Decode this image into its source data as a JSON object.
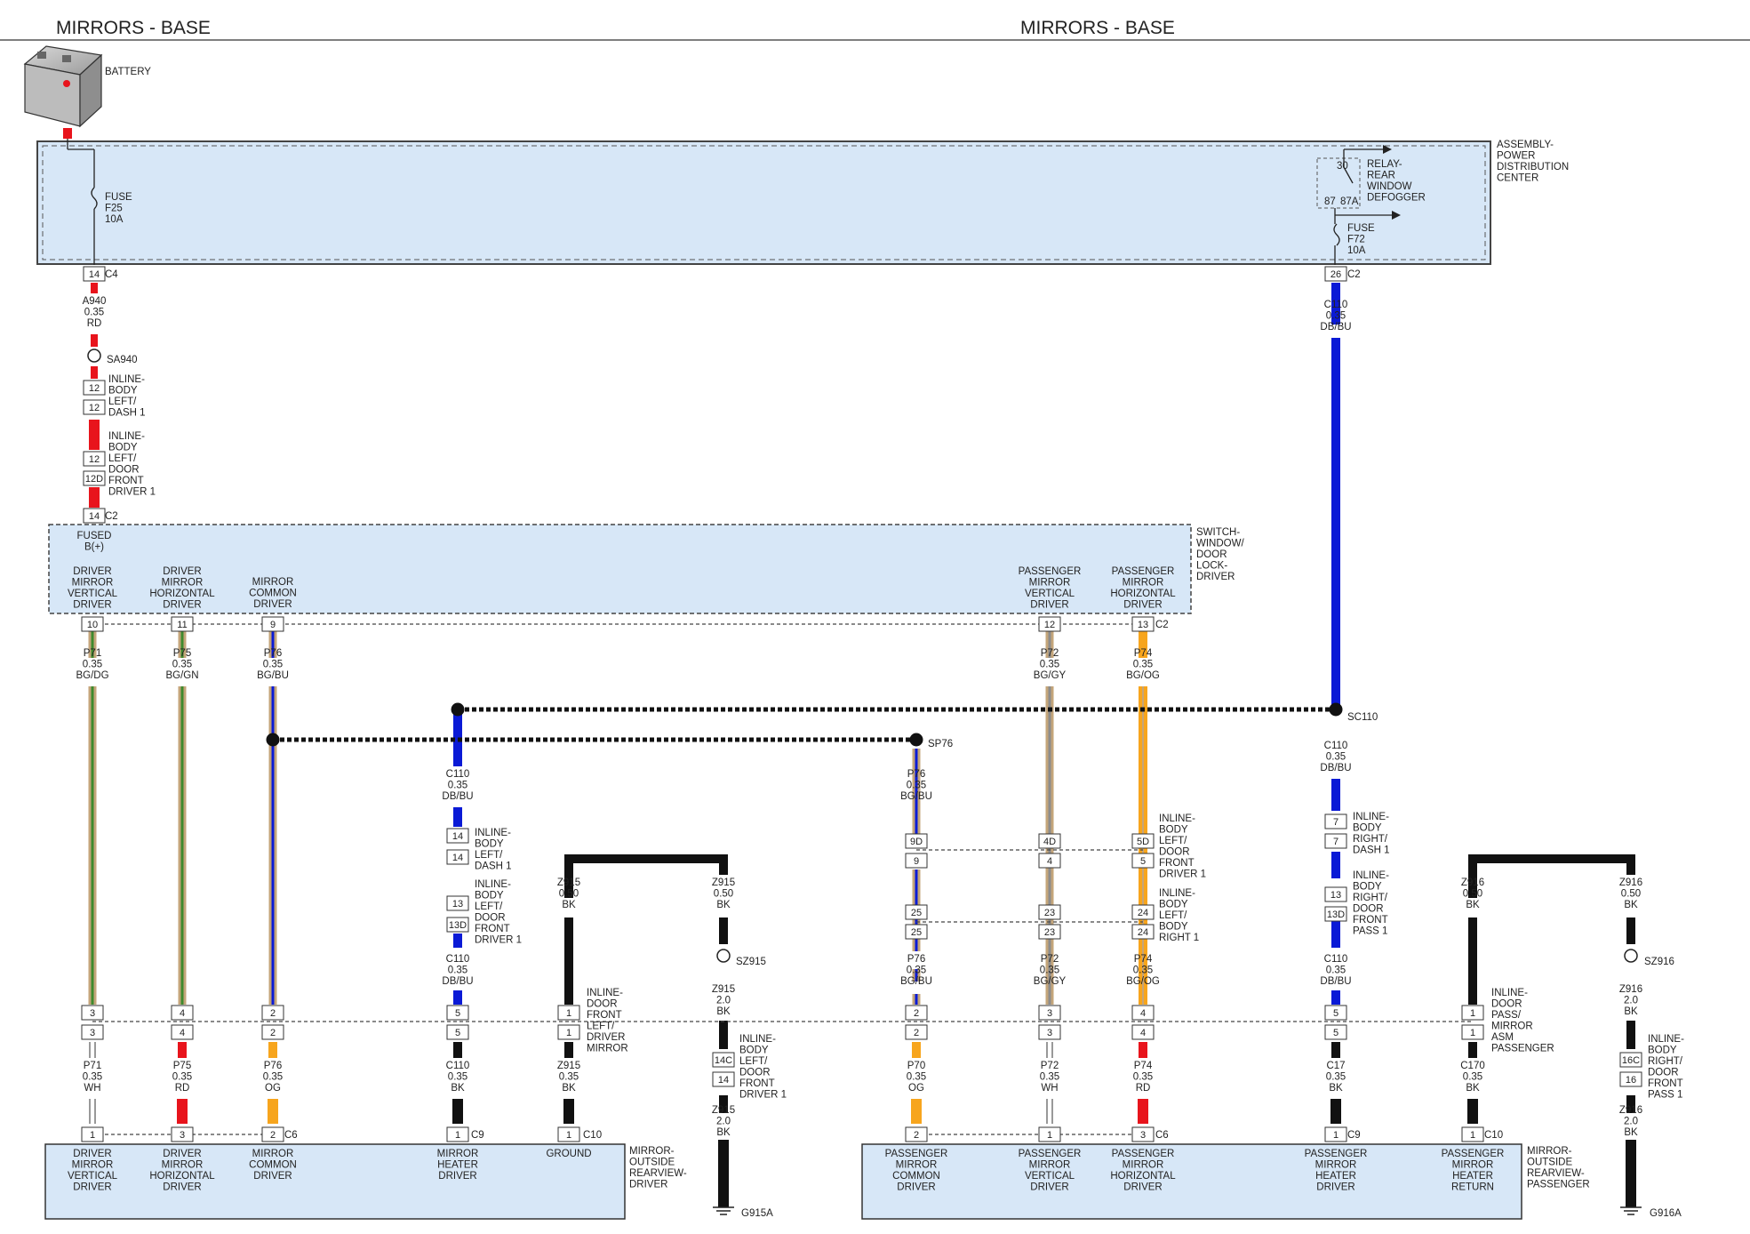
{
  "header": {
    "left_title": "MIRRORS - BASE",
    "right_title": "MIRRORS - BASE"
  },
  "components": {
    "battery": "BATTERY",
    "pdc": [
      "ASSEMBLY-",
      "POWER",
      "DISTRIBUTION",
      "CENTER"
    ],
    "fuse_f25": [
      "FUSE",
      "F25",
      "10A"
    ],
    "fuse_f72": [
      "FUSE",
      "F72",
      "10A"
    ],
    "relay": [
      "RELAY-",
      "REAR",
      "WINDOW",
      "DEFOGGER"
    ],
    "relay_pins": [
      "30",
      "87",
      "87A"
    ],
    "switch": [
      "SWITCH-",
      "WINDOW/",
      "DOOR",
      "LOCK-",
      "DRIVER"
    ],
    "mirror_driver": [
      "MIRROR-",
      "OUTSIDE",
      "REARVIEW-",
      "DRIVER"
    ],
    "mirror_pass": [
      "MIRROR-",
      "OUTSIDE",
      "REARVIEW-",
      "PASSENGER"
    ]
  },
  "switch_pins": [
    {
      "lines": [
        "FUSED",
        "B(+)"
      ]
    },
    {
      "lines": [
        "DRIVER",
        "MIRROR",
        "VERTICAL",
        "DRIVER"
      ]
    },
    {
      "lines": [
        "DRIVER",
        "MIRROR",
        "HORIZONTAL",
        "DRIVER"
      ]
    },
    {
      "lines": [
        "MIRROR",
        "COMMON",
        "DRIVER"
      ]
    },
    {
      "lines": [
        "PASSENGER",
        "MIRROR",
        "VERTICAL",
        "DRIVER"
      ]
    },
    {
      "lines": [
        "PASSENGER",
        "MIRROR",
        "HORIZONTAL",
        "DRIVER"
      ]
    }
  ],
  "driver_mirror_pins": [
    {
      "lines": [
        "DRIVER",
        "MIRROR",
        "VERTICAL",
        "DRIVER"
      ]
    },
    {
      "lines": [
        "DRIVER",
        "MIRROR",
        "HORIZONTAL",
        "DRIVER"
      ]
    },
    {
      "lines": [
        "MIRROR",
        "COMMON",
        "DRIVER"
      ]
    },
    {
      "lines": [
        "MIRROR",
        "HEATER",
        "DRIVER"
      ]
    },
    {
      "lines": [
        "GROUND"
      ]
    }
  ],
  "pass_mirror_pins": [
    {
      "lines": [
        "PASSENGER",
        "MIRROR",
        "COMMON",
        "DRIVER"
      ]
    },
    {
      "lines": [
        "PASSENGER",
        "MIRROR",
        "VERTICAL",
        "DRIVER"
      ]
    },
    {
      "lines": [
        "PASSENGER",
        "MIRROR",
        "HORIZONTAL",
        "DRIVER"
      ]
    },
    {
      "lines": [
        "PASSENGER",
        "MIRROR",
        "HEATER",
        "DRIVER"
      ]
    },
    {
      "lines": [
        "PASSENGER",
        "MIRROR",
        "HEATER",
        "RETURN"
      ]
    }
  ],
  "wires": [
    [
      "A940",
      "0.35",
      "RD"
    ],
    [
      "P71",
      "0.35",
      "BG/DG"
    ],
    [
      "P75",
      "0.35",
      "BG/GN"
    ],
    [
      "P76",
      "0.35",
      "BG/BU"
    ],
    [
      "C110",
      "0.35",
      "DB/BU"
    ],
    [
      "Z915",
      "0.50",
      "BK"
    ],
    [
      "Z915",
      "0.50",
      "BK"
    ],
    [
      "P76",
      "0.35",
      "BG/BU"
    ],
    [
      "P72",
      "0.35",
      "BG/GY"
    ],
    [
      "P74",
      "0.35",
      "BG/OG"
    ],
    [
      "C110",
      "0.35",
      "DB/BU"
    ],
    [
      "C110",
      "0.35",
      "DB/BU"
    ],
    [
      "Z916",
      "0.50",
      "BK"
    ],
    [
      "Z916",
      "0.50",
      "BK"
    ],
    [
      "C110",
      "0.35",
      "DB/BU"
    ],
    [
      "P76",
      "0.35",
      "BG/BU"
    ],
    [
      "P72",
      "0.35",
      "BG/GY"
    ],
    [
      "P74",
      "0.35",
      "BG/OG"
    ],
    [
      "C110",
      "0.35",
      "DB/BU"
    ],
    [
      "Z915",
      "2.0",
      "BK"
    ],
    [
      "Z916",
      "2.0",
      "BK"
    ],
    [
      "P71",
      "0.35",
      "WH"
    ],
    [
      "P75",
      "0.35",
      "RD"
    ],
    [
      "P76",
      "0.35",
      "OG"
    ],
    [
      "C110",
      "0.35",
      "BK"
    ],
    [
      "Z915",
      "0.35",
      "BK"
    ],
    [
      "P70",
      "0.35",
      "OG"
    ],
    [
      "P72",
      "0.35",
      "WH"
    ],
    [
      "P74",
      "0.35",
      "RD"
    ],
    [
      "C17",
      "0.35",
      "BK"
    ],
    [
      "C170",
      "0.35",
      "BK"
    ],
    [
      "Z915",
      "2.0",
      "BK"
    ],
    [
      "Z916",
      "2.0",
      "BK"
    ]
  ],
  "splices": [
    "SA940",
    "SC110",
    "SP76",
    "SZ915",
    "SZ916"
  ],
  "grounds": [
    "G915A",
    "G916A"
  ],
  "inlines": [
    [
      "INLINE-",
      "BODY",
      "LEFT/",
      "DASH 1"
    ],
    [
      "INLINE-",
      "BODY",
      "LEFT/",
      "DOOR",
      "FRONT",
      "DRIVER 1"
    ],
    [
      "INLINE-",
      "BODY",
      "LEFT/",
      "DASH 1"
    ],
    [
      "INLINE-",
      "BODY",
      "LEFT/",
      "DOOR",
      "FRONT",
      "DRIVER 1"
    ],
    [
      "INLINE-",
      "DOOR",
      "FRONT",
      "LEFT/",
      "DRIVER",
      "MIRROR"
    ],
    [
      "INLINE-",
      "BODY",
      "LEFT/",
      "DOOR",
      "FRONT",
      "DRIVER 1"
    ],
    [
      "INLINE-",
      "BODY",
      "LEFT/",
      "DOOR",
      "FRONT",
      "DRIVER 1"
    ],
    [
      "INLINE-",
      "BODY",
      "LEFT/",
      "BODY",
      "RIGHT 1"
    ],
    [
      "INLINE-",
      "BODY",
      "RIGHT/",
      "DASH 1"
    ],
    [
      "INLINE-",
      "BODY",
      "RIGHT/",
      "DOOR",
      "FRONT",
      "PASS 1"
    ],
    [
      "INLINE-",
      "DOOR",
      "PASS/",
      "MIRROR",
      "ASM",
      "PASSENGER"
    ],
    [
      "INLINE-",
      "BODY",
      "RIGHT/",
      "DOOR",
      "FRONT",
      "PASS 1"
    ]
  ],
  "connectors": [
    "C4",
    "C2",
    "C2",
    "C2",
    "C6",
    "C9",
    "C10",
    "C6",
    "C9",
    "C10"
  ],
  "pins": [
    "14",
    "12",
    "12",
    "12",
    "12D",
    "14",
    "26",
    "10",
    "11",
    "9",
    "12",
    "13",
    "14",
    "14",
    "13",
    "13D",
    "9D",
    "9",
    "25",
    "25",
    "4D",
    "4",
    "23",
    "23",
    "5D",
    "5",
    "24",
    "24",
    "7",
    "7",
    "13",
    "13D",
    "14C",
    "14",
    "16C",
    "16",
    "3",
    "3",
    "4",
    "4",
    "2",
    "2",
    "5",
    "5",
    "1",
    "1",
    "2",
    "2",
    "3",
    "3",
    "4",
    "4",
    "5",
    "5",
    "1",
    "1",
    "1",
    "3",
    "2",
    "1",
    "1",
    "2",
    "1",
    "3",
    "1",
    "1"
  ],
  "colors": {
    "red": "#e8141c",
    "blue": "#0a1ad6",
    "green": "#3e8a2e",
    "gray": "#8c8c8c",
    "orange": "#f7a51d",
    "tan": "#c4a57a",
    "black": "#111111",
    "panel": "#d7e7f7",
    "outline": "#444444"
  }
}
